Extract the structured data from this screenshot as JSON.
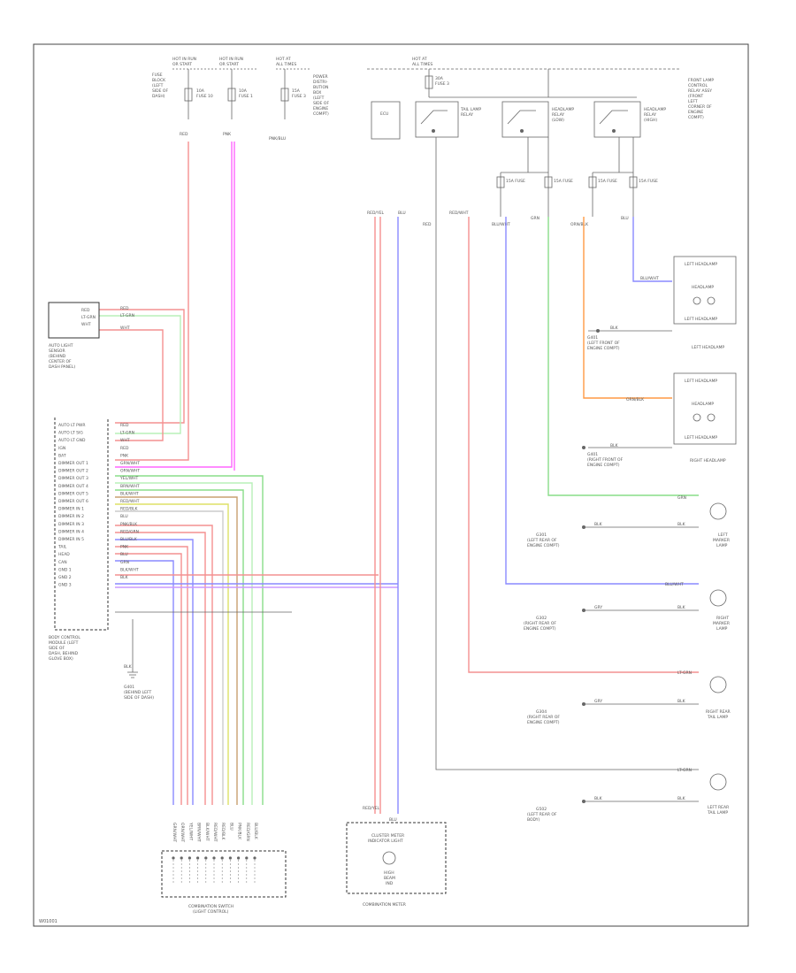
{
  "diagram": {
    "corner_label": "W01001",
    "components": {
      "auto_light_sensor": {
        "pins": [
          "RED",
          "LT-GRN",
          "WHT"
        ],
        "caption": [
          "AUTO LIGHT",
          "SENSOR",
          "(BEHIND",
          "CENTER OF",
          "DASH PANEL)"
        ]
      },
      "body_control_module": {
        "pins": [
          "AUTO LT PWR",
          "AUTO LT SIG",
          "AUTO LT GND",
          "IGN",
          "BAT",
          "DIMMER OUT 1",
          "DIMMER OUT 2",
          "DIMMER OUT 3",
          "DIMMER OUT 4",
          "DIMMER OUT 5",
          "DIMMER OUT 6",
          "DIMMER IN 1",
          "DIMMER IN 2",
          "DIMMER IN 3",
          "DIMMER IN 4",
          "DIMMER IN 5",
          "TAIL",
          "HEAD",
          "CAN",
          "GND 1",
          "GND 2",
          "GND 3"
        ],
        "caption": [
          "BODY CONTROL",
          "MODULE (LEFT",
          "SIDE OF",
          "DASH, BEHIND",
          "GLOVE BOX)"
        ]
      },
      "ground_point": {
        "caption": [
          "G401",
          "(BEHIND LEFT",
          "SIDE OF DASH)"
        ]
      },
      "combination_switch": {
        "caption": [
          "COMBINATION SWITCH",
          "(LIGHT CONTROL)"
        ]
      },
      "combination_meter": {
        "inner": [
          "CLUSTER METER",
          "INDICATOR LIGHT"
        ],
        "inner2": [
          "HIGH",
          "BEAM",
          "IND"
        ],
        "caption": "COMBINATION METER"
      },
      "left_headlamp": {
        "top": "LEFT HEADLAMP",
        "mid": "HEADLAMP",
        "bottom": "LEFT HEADLAMP",
        "caption": "LEFT HEADLAMP"
      },
      "right_headlamp": {
        "top": "LEFT HEADLAMP",
        "mid": "HEADLAMP",
        "bottom": "LEFT HEADLAMP",
        "caption": "RIGHT HEADLAMP"
      },
      "left_marker": {
        "caption": [
          "LEFT",
          "MARKER",
          "LAMP"
        ]
      },
      "right_marker": {
        "caption": [
          "RIGHT",
          "MARKER",
          "LAMP"
        ]
      },
      "right_tail": {
        "caption": [
          "RIGHT REAR",
          "TAIL LAMP"
        ]
      },
      "left_tail": {
        "caption": [
          "LEFT REAR",
          "TAIL LAMP"
        ]
      }
    },
    "fuse_blocks": [
      {
        "title": [
          "HOT IN RUN",
          "OR START"
        ],
        "fuse": [
          "10A",
          "FUSE 10"
        ],
        "caption": [
          "FUSE",
          "BLOCK",
          "(LEFT",
          "SIDE OF",
          "DASH)"
        ]
      },
      {
        "title": [
          "HOT IN RUN",
          "OR START"
        ],
        "fuse": [
          "10A",
          "FUSE 1"
        ],
        "caption": []
      },
      {
        "title": [
          "HOT AT",
          "ALL TIMES"
        ],
        "fuse": [
          "15A",
          "FUSE 3"
        ],
        "caption": [
          "POWER",
          "DISTRI-",
          "BUTION",
          "BOX",
          "(LEFT",
          "SIDE OF",
          "ENGINE",
          "COMPT)"
        ]
      }
    ],
    "relay_section": {
      "title": [
        "HOT AT",
        "ALL TIMES"
      ],
      "fuse_main": [
        "30A",
        "FUSE 3"
      ],
      "relays": [
        {
          "label": [
            "TAIL LAMP",
            "RELAY"
          ]
        },
        {
          "label": [
            "HEADLAMP",
            "RELAY",
            "(LOW)"
          ]
        },
        {
          "label": [
            "HEADLAMP",
            "RELAY",
            "(HIGH)"
          ]
        }
      ],
      "caption": [
        "FRONT LAMP",
        "CONTROL",
        "RELAY ASSY",
        "(FRONT",
        "LEFT",
        "CORNER OF",
        "ENGINE",
        "COMPT)"
      ],
      "fuses": [
        "15A FUSE",
        "15A FUSE",
        "15A FUSE",
        "15A FUSE"
      ],
      "ign_box": [
        "ECU"
      ]
    },
    "wire_labels": {
      "auto_light": [
        "RED",
        "LT-GRN",
        "WHT"
      ],
      "bcm": [
        "RED",
        "LT-GRN",
        "WHT",
        "RED",
        "PNK",
        "GRN/WHT",
        "ORN/WHT",
        "YEL/WHT",
        "BRN/WHT",
        "BLK/WHT",
        "RED/WHT",
        "RED/BLK",
        "BLU",
        "PNK/BLK",
        "RED/GRN",
        "BLU/BLK",
        "PNK",
        "BLU",
        "GRN",
        "BLK/WHT",
        "BLK"
      ],
      "fuse_wires": [
        "RED",
        "PNK",
        "PNK/BLU"
      ],
      "top_row": [
        "RED/YEL",
        "BLU",
        "RED",
        "RED/WHT",
        "BLU/WHT",
        "GRN",
        "ORN/BLK",
        "BLU"
      ],
      "headlamp": [
        "BLU/WHT",
        "BLK",
        "ORN/BLK",
        "BLK"
      ],
      "lamps": [
        "GRN",
        "BLK",
        "BLK",
        "BLU/WHT",
        "GRY",
        "BLK",
        "LT-GRN",
        "GRY",
        "BLK",
        "LT-GRN",
        "BLK",
        "BLK"
      ],
      "meter": [
        "RED/YEL",
        "BLU"
      ],
      "ground": [
        "BLK"
      ],
      "switch_bottom": [
        "GRN/WHT",
        "ORN/WHT",
        "YEL/WHT",
        "BRN/WHT",
        "BLK/WHT",
        "RED/WHT",
        "RED/BLK",
        "BLU",
        "PNK/BLK",
        "RED/GRN",
        "BLU/BLK"
      ]
    },
    "ground_notes": [
      [
        "G401",
        "(LEFT FRONT OF",
        "ENGINE COMPT)"
      ],
      [
        "G401",
        "(RIGHT FRONT OF",
        "ENGINE COMPT)"
      ],
      [
        "G301",
        "(LEFT REAR OF",
        "ENGINE COMPT)"
      ],
      [
        "G302",
        "(RIGHT REAR OF",
        "ENGINE COMPT)"
      ],
      [
        "G304",
        "(RIGHT REAR OF",
        "ENGINE COMPT)"
      ],
      [
        "G502",
        "(LEFT REAR OF",
        "BODY)"
      ]
    ],
    "colors": {
      "red": "#f49090",
      "pink": "#ff66ff",
      "blue": "#8a8aff",
      "green": "#88dd88",
      "lt_green": "#b8f0b8",
      "orange": "#ff9944",
      "yellow": "#dde066",
      "brown": "#c9a070",
      "gray": "#bbbbbb",
      "black": "#555555",
      "violet": "#cc99ff"
    }
  }
}
